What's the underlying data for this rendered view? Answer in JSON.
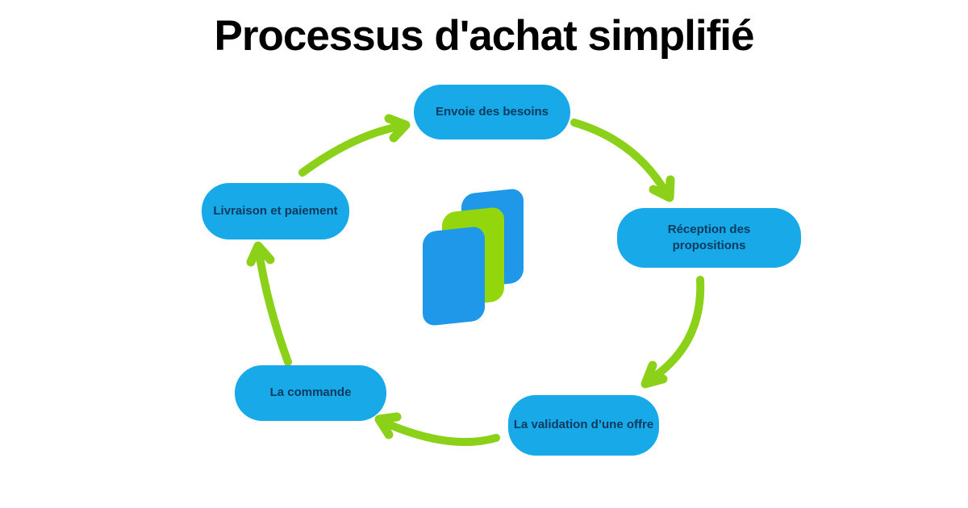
{
  "title": "Processus d'achat simplifié",
  "steps": [
    {
      "label": "Envoie des besoins"
    },
    {
      "label": "Réception des propositions"
    },
    {
      "label": "La validation d’une offre"
    },
    {
      "label": "La commande"
    },
    {
      "label": "Livraison et paiement"
    }
  ],
  "logo": {
    "icon": "three-overlapping-panels-logo"
  },
  "colors": {
    "background": "#FFFFFF",
    "title": "#000000",
    "bubble": "#18A9E8",
    "bubble_text": "#0E3A5E",
    "arrow": "#8CD119",
    "logo_blue": "#2098EA",
    "logo_green": "#93D60B"
  }
}
